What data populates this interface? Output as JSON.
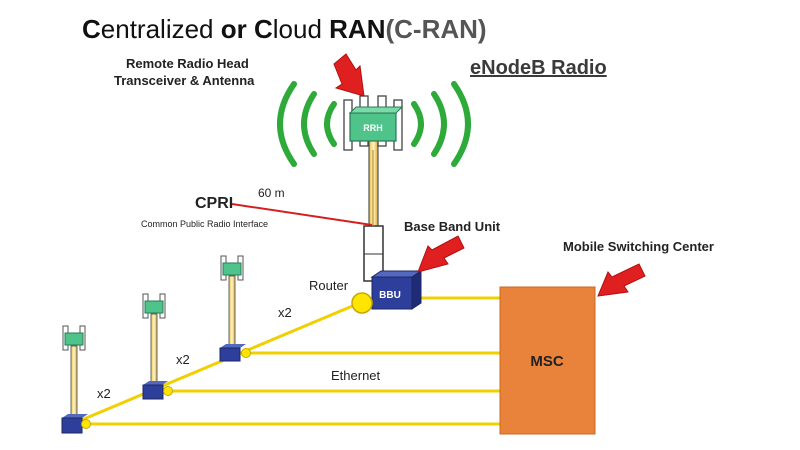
{
  "title": {
    "part1_cap": "C",
    "part1_rest": "entralized ",
    "or": "or ",
    "part2_cap": "C",
    "part2_rest": "loud ",
    "ran": "RAN",
    "abbrev": "(C-RAN)"
  },
  "rrh_caption": {
    "line1": "Remote Radio Head",
    "line2": "Transceiver & Antenna"
  },
  "enodeb_label": "eNodeB Radio",
  "rrh_box_label": "RRH",
  "cpri": {
    "label": "CPRI",
    "full": "Common Public Radio Interface",
    "distance": "60 m"
  },
  "bbu": {
    "caption": "Base Band Unit",
    "box_label": "BBU"
  },
  "router_label": "Router",
  "msc": {
    "caption": "Mobile Switching Center",
    "box_label": "MSC"
  },
  "ethernet_label": "Ethernet",
  "multipliers": [
    "x2",
    "x2",
    "x2"
  ],
  "colors": {
    "signal_green": "#2eaa3a",
    "arrow_red": "#e02020",
    "bbu_blue": "#2d3f9a",
    "msc_orange": "#e9823a",
    "link_yellow": "#f0d000"
  }
}
